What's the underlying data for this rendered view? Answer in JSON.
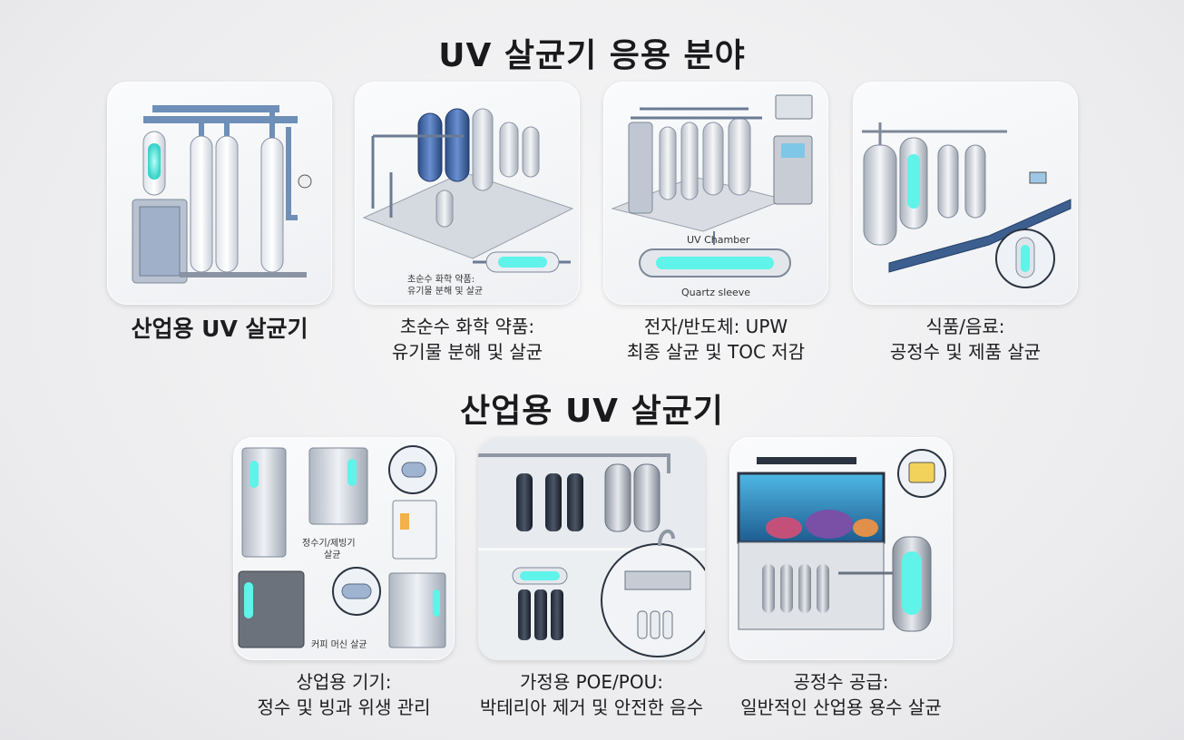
{
  "main_title": "UV 살균기 응용 분야",
  "sub_title": "산업용 UV 살균기",
  "top_row": [
    {
      "caption_lines": [
        "산업용 UV 살균기"
      ]
    },
    {
      "caption_lines": [
        "초순수 화학 약품:",
        "유기물 분해 및 살균"
      ],
      "inner_label": [
        "초순수 화학 약품:",
        "유기물 분해 및 살균"
      ]
    },
    {
      "caption_lines": [
        "전자/반도체: UPW",
        "최종 살균 및 TOC 저감"
      ],
      "inner_label_chamber": "UV Chamber",
      "inner_label_sleeve": "Quartz sleeve"
    },
    {
      "caption_lines": [
        "식품/음료:",
        "공정수 및 제품 살균"
      ]
    }
  ],
  "bottom_row": [
    {
      "caption_lines": [
        "상업용 기기:",
        "정수 및 빙과 위생 관리"
      ],
      "inner_label_1": [
        "정수기/제빙기",
        "살균"
      ],
      "inner_label_2": "커피 머신 살균"
    },
    {
      "caption_lines": [
        "가정용 POE/POU:",
        "박테리아 제거 및 안전한 음수"
      ]
    },
    {
      "caption_lines": [
        "공정수 공급:",
        "일반적인 산업용 용수 살균"
      ]
    }
  ],
  "colors": {
    "uv_glow": "#5ff3e9",
    "steel": "#c9ced6",
    "blue_tank": "#3a5f9e",
    "pipe": "#7f98b8"
  }
}
